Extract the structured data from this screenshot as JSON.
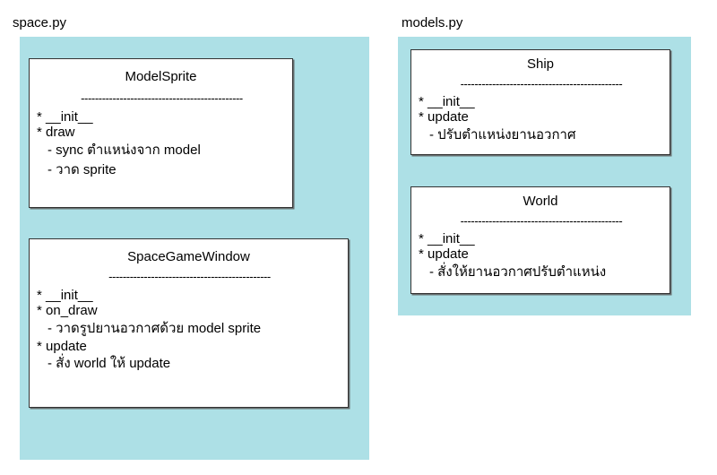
{
  "diagram": {
    "background_color": "#ffffff",
    "panel_color": "#ade0e6",
    "box_color": "#ffffff",
    "border_color": "#333333",
    "divider_text": "----------------------------------------------",
    "modules": [
      {
        "id": "space",
        "label": "space.py",
        "classes": [
          {
            "id": "modelsprite",
            "name": "ModelSprite",
            "members": [
              {
                "kind": "method",
                "text": "* __init__"
              },
              {
                "kind": "method",
                "text": "* draw"
              },
              {
                "kind": "detail",
                "text": "- sync ตำแหน่งจาก  model"
              },
              {
                "kind": "detail",
                "text": "- วาด  sprite"
              }
            ]
          },
          {
            "id": "spacegamewindow",
            "name": "SpaceGameWindow",
            "members": [
              {
                "kind": "method",
                "text": "* __init__"
              },
              {
                "kind": "method",
                "text": "* on_draw"
              },
              {
                "kind": "detail",
                "text": "- วาดรูปยานอวกาศด้วย  model sprite"
              },
              {
                "kind": "method",
                "text": "* update"
              },
              {
                "kind": "detail",
                "text": "- สั่ง  world ให้ update"
              }
            ]
          }
        ]
      },
      {
        "id": "models",
        "label": "models.py",
        "classes": [
          {
            "id": "ship",
            "name": "Ship",
            "members": [
              {
                "kind": "method",
                "text": "* __init__"
              },
              {
                "kind": "method",
                "text": "* update"
              },
              {
                "kind": "detail",
                "text": "- ปรับตำแหน่งยานอวกาศ"
              }
            ]
          },
          {
            "id": "world",
            "name": "World",
            "members": [
              {
                "kind": "method",
                "text": "* __init__"
              },
              {
                "kind": "method",
                "text": "* update"
              },
              {
                "kind": "detail",
                "text": "- สั่งให้ยานอวกาศปรับตำแหน่ง"
              }
            ]
          }
        ]
      }
    ]
  }
}
